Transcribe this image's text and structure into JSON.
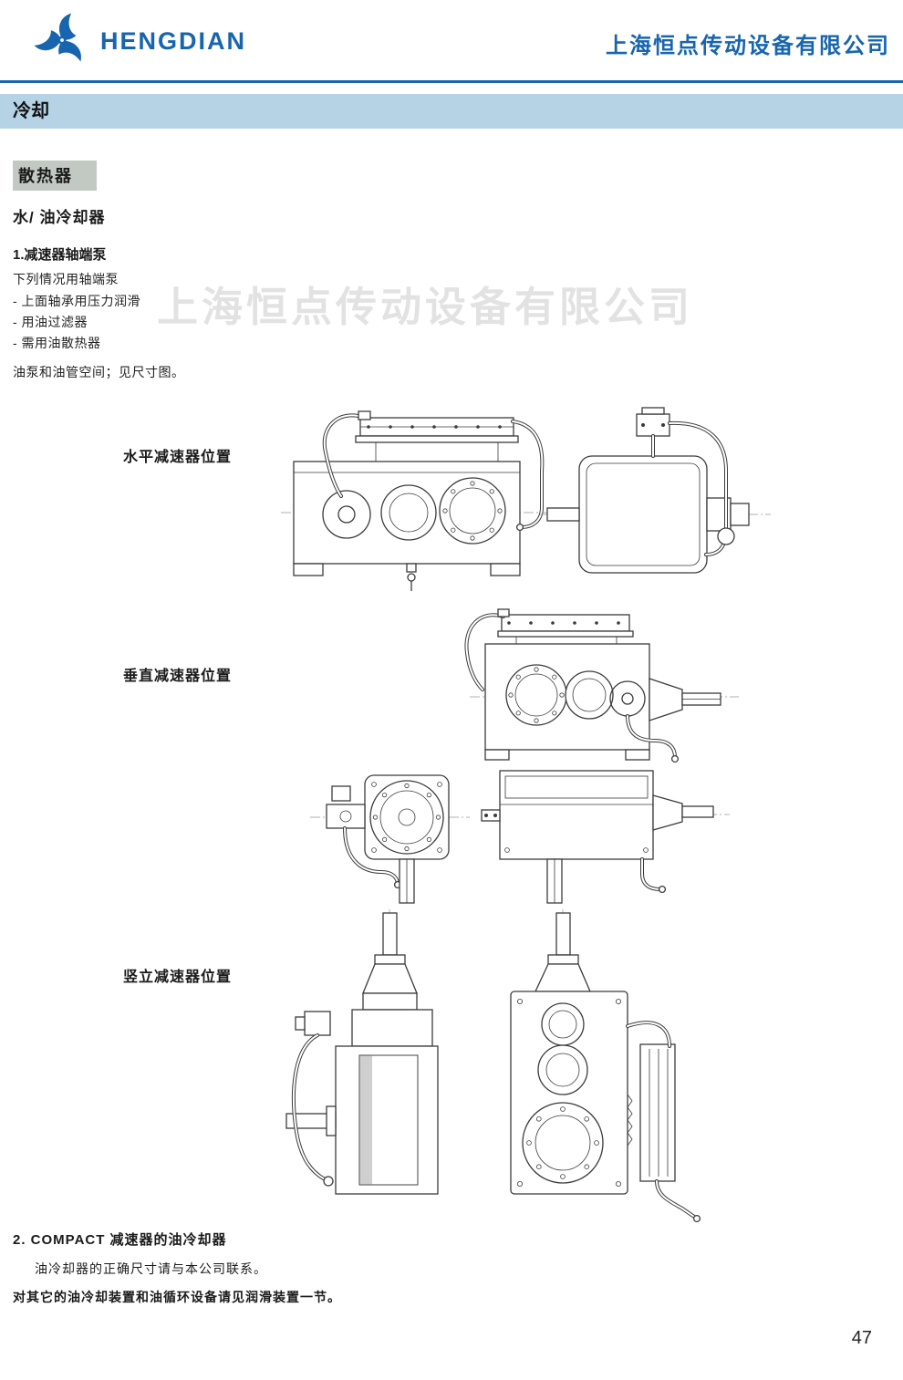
{
  "header": {
    "logo_text": "HENGDIAN",
    "company_name": "上海恒点传动设备有限公司"
  },
  "banner": {
    "title": "冷却"
  },
  "sections": {
    "radiator_label": "散热器",
    "subtitle": "水/ 油冷却器",
    "item1_title": "1.减速器轴端泵",
    "intro": "下列情况用轴端泵",
    "bullets": [
      "- 上面轴承用压力润滑",
      "- 用油过滤器",
      "- 需用油散热器"
    ],
    "note": "油泵和油管空间；见尺寸图。"
  },
  "watermark": {
    "text": "上海恒点传动设备有限公司"
  },
  "figures": [
    {
      "label": "水平减速器位置"
    },
    {
      "label": "垂直减速器位置"
    },
    {
      "label": "竖立减速器位置"
    }
  ],
  "footer": {
    "item2_title": "2. COMPACT 减速器的油冷却器",
    "item2_note": "油冷却器的正确尺寸请与本公司联系。",
    "closing_note": "对其它的油冷却装置和油循环设备请见润滑装置一节。",
    "page_number": "47"
  },
  "colors": {
    "accent": "#1765ae",
    "banner_bg": "#b5d3e4",
    "highlight_bg": "#c2c9c3"
  }
}
